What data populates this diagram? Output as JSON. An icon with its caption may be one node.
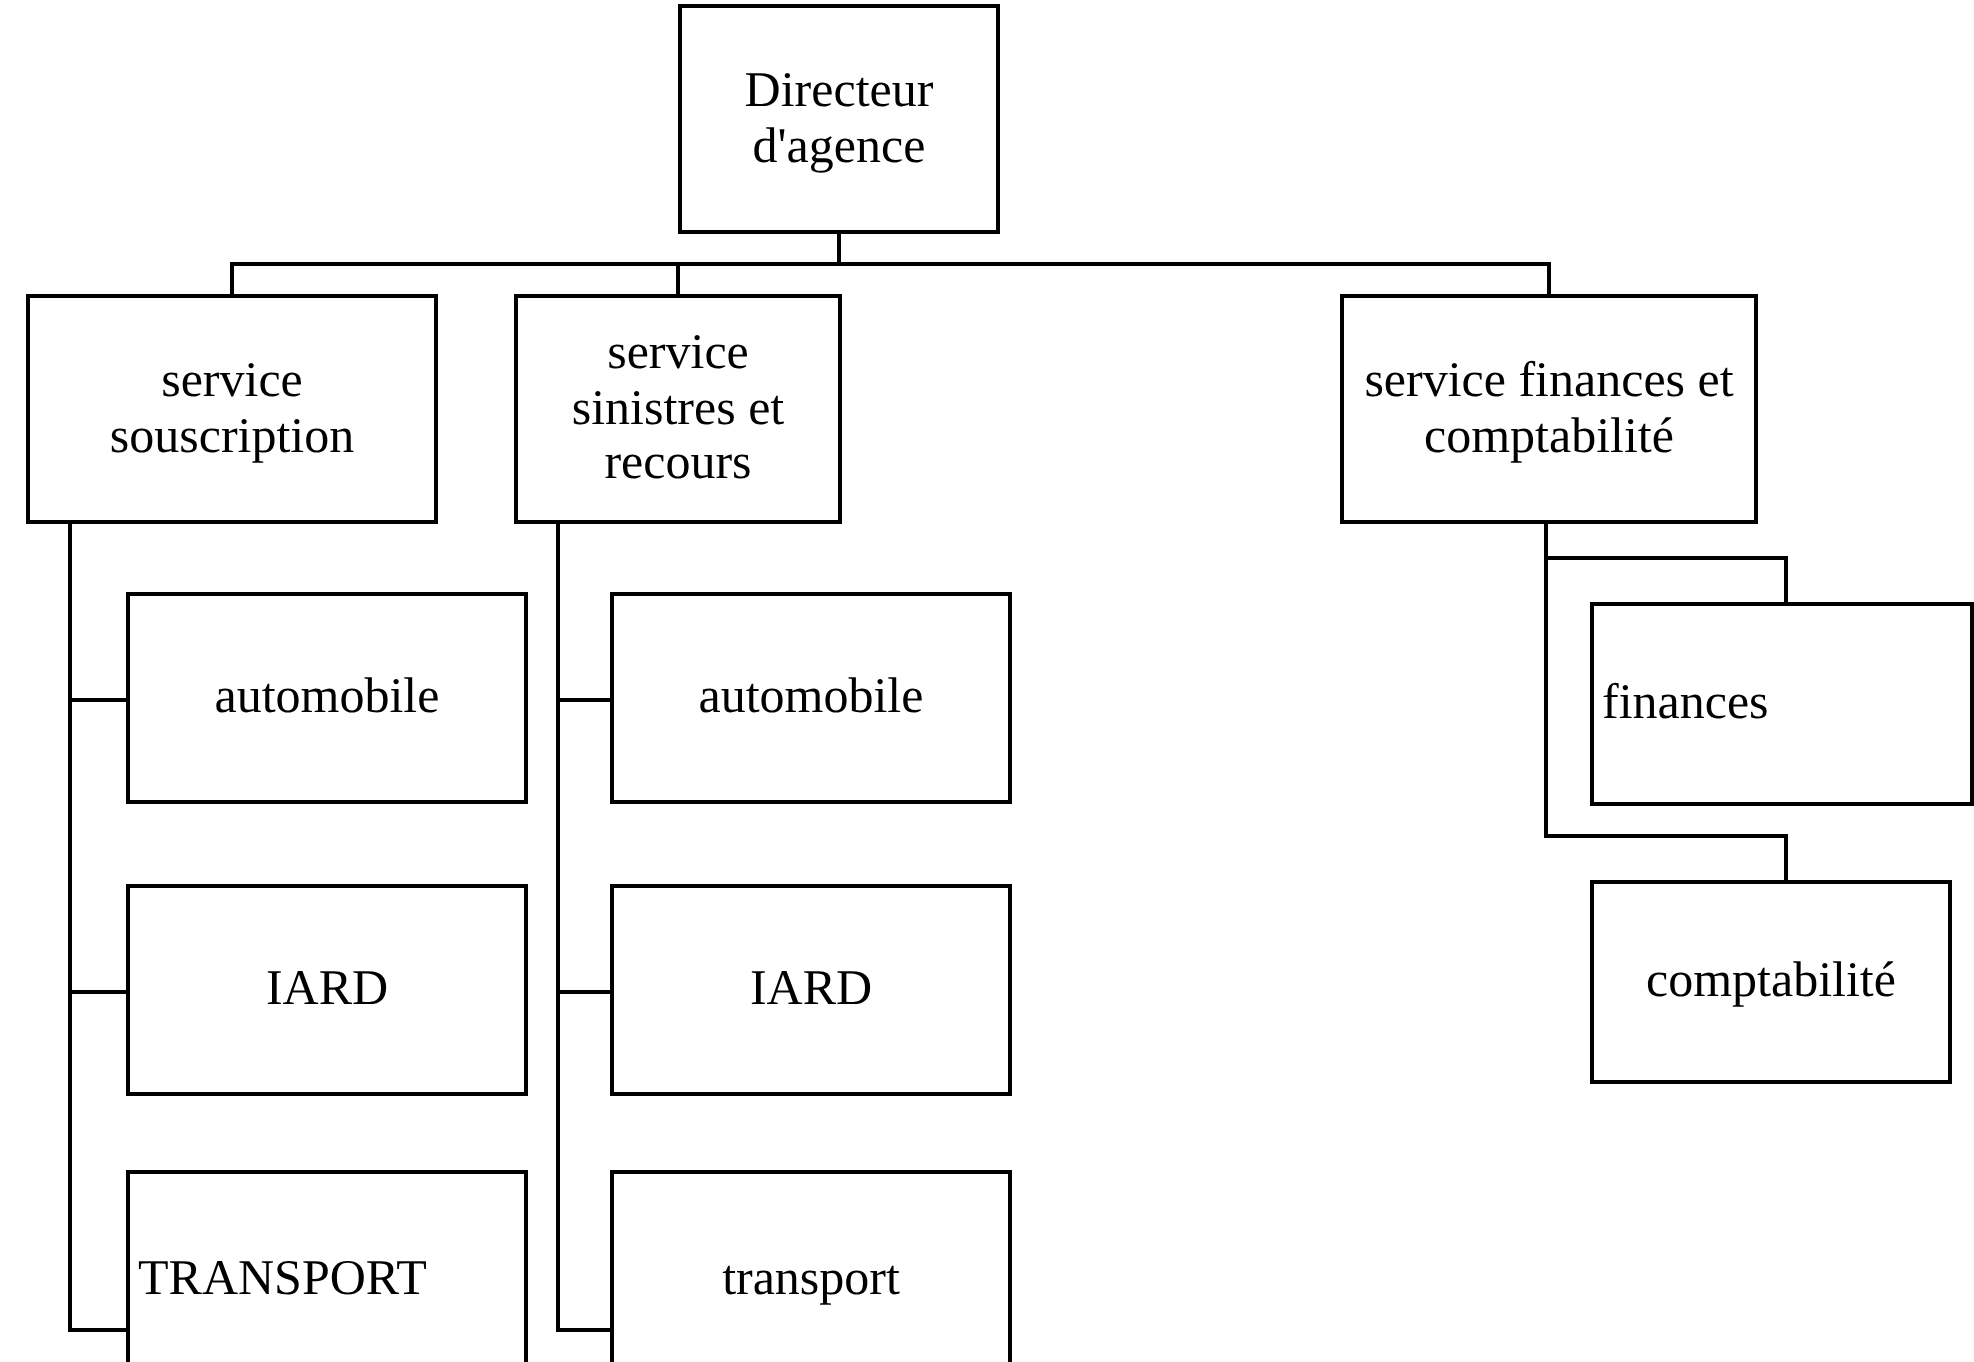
{
  "diagram": {
    "nodes": [
      {
        "text": [
          "Directeur d'agence"
        ]
      },
      {
        "text": [
          "service souscription"
        ]
      },
      {
        "text": [
          "service sinistres et recours"
        ]
      },
      {
        "text": [
          "service finances et comptabilité"
        ]
      },
      {
        "text": [
          "automobile"
        ]
      },
      {
        "text": [
          "IARD"
        ]
      },
      {
        "text": [
          "TRANSPORT"
        ]
      },
      {
        "text": [
          "automobile"
        ]
      },
      {
        "text": [
          "IARD"
        ]
      },
      {
        "text": [
          "transport"
        ]
      },
      {
        "text": [
          "finances"
        ]
      },
      {
        "text": [
          "comptabilité"
        ]
      }
    ],
    "edges": [
      {
        "from": 0,
        "to": 1,
        "arrow": "none"
      },
      {
        "from": 0,
        "to": 2,
        "arrow": "none"
      },
      {
        "from": 0,
        "to": 3,
        "arrow": "none"
      },
      {
        "from": 1,
        "to": 4,
        "arrow": "none"
      },
      {
        "from": 1,
        "to": 5,
        "arrow": "none"
      },
      {
        "from": 1,
        "to": 6,
        "arrow": "none"
      },
      {
        "from": 2,
        "to": 7,
        "arrow": "none"
      },
      {
        "from": 2,
        "to": 8,
        "arrow": "none"
      },
      {
        "from": 2,
        "to": 9,
        "arrow": "none"
      },
      {
        "from": 3,
        "to": 10,
        "arrow": "none"
      },
      {
        "from": 3,
        "to": 11,
        "arrow": "none"
      }
    ]
  }
}
